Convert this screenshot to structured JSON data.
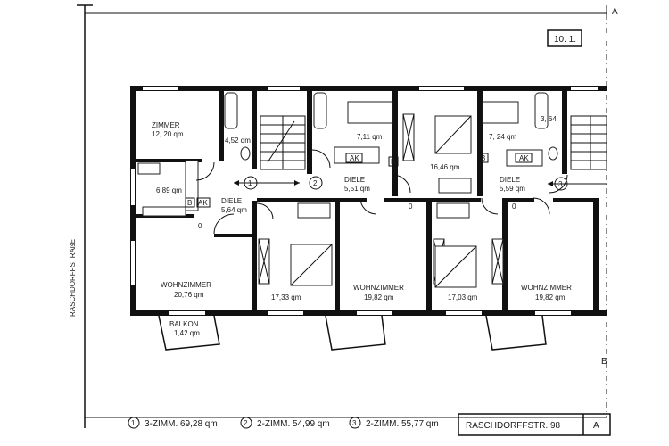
{
  "sheet": {
    "sheet_number": "10. 1.",
    "section_marker_top": "A",
    "section_marker_bottom": "B",
    "street_side_label": "RASCHDORFFSTRAßE"
  },
  "units": {
    "unit_1_marker": "1",
    "unit_2_marker": "2",
    "unit_3_marker": "3"
  },
  "rooms": {
    "zimmer": "ZIMMER",
    "zimmer_area": "12, 20 qm",
    "bath_1_area": "4,52 qm",
    "kitchen_1_area": "6,89 qm",
    "diele_1": "DIELE",
    "diele_1_area": "5,64 qm",
    "wohn_1": "WOHNZIMMER",
    "wohn_1_area": "20,76 qm",
    "balkon": "BALKON",
    "balkon_area": "1,42 qm",
    "kitchen_2_area": "7,11 qm",
    "diele_2": "DIELE",
    "diele_2_area": "5,51 qm",
    "bed_2_area": "16,46 qm",
    "room_a_area": "17,33 qm",
    "wohn_2": "WOHNZIMMER",
    "wohn_2_area": "19,82 qm",
    "kitchen_3_area": "7, 24 qm",
    "bath_3_area": "3, 64",
    "diele_3": "DIELE",
    "diele_3_area": "5,59 qm",
    "room_b_area": "17,03 qm",
    "wohn_3": "WOHNZIMMER",
    "wohn_3_area": "19,82 qm",
    "ak": "AK",
    "b": "B",
    "o": "0"
  },
  "legend": {
    "marker_1": "1",
    "text_1": "3-ZIMM. 69,28 qm",
    "marker_2": "2",
    "text_2": "2-ZIMM. 54,99 qm",
    "marker_3": "3",
    "text_3": "2-ZIMM. 55,77 qm"
  },
  "title_block": {
    "address": "RASCHDORFFSTR. 98",
    "block": "A"
  }
}
